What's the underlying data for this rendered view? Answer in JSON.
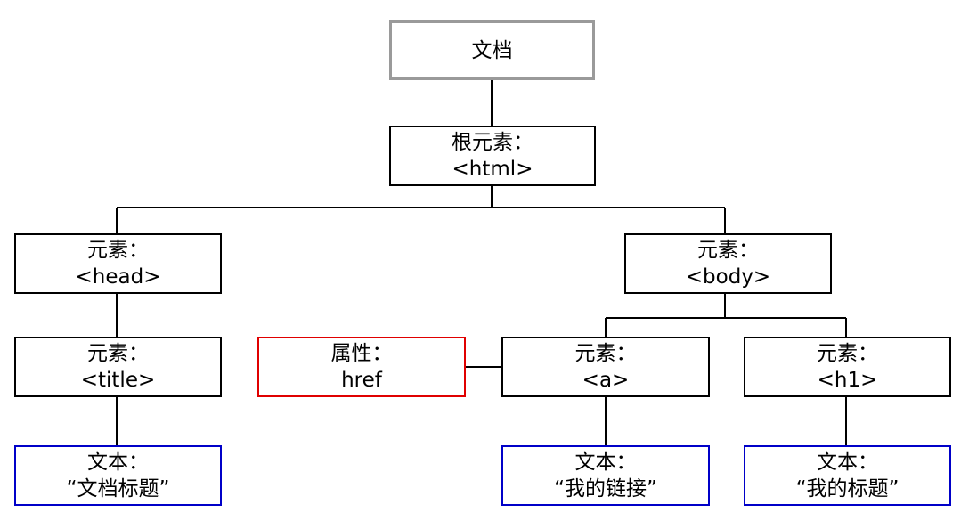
{
  "colors": {
    "line": "#000000",
    "element_border": "#000000",
    "document_border": "#9a9a9a",
    "attribute_border": "#e00000",
    "text_border": "#0000c8"
  },
  "nodes": {
    "document": {
      "line1": "文档"
    },
    "html": {
      "line1": "根元素：",
      "line2": "<html>"
    },
    "head": {
      "line1": "元素：",
      "line2": "<head>"
    },
    "body": {
      "line1": "元素：",
      "line2": "<body>"
    },
    "title": {
      "line1": "元素：",
      "line2": "<title>"
    },
    "href": {
      "line1": "属性：",
      "line2": "href"
    },
    "a": {
      "line1": "元素：",
      "line2": "<a>"
    },
    "h1": {
      "line1": "元素：",
      "line2": "<h1>"
    },
    "text_title": {
      "line1": "文本：",
      "line2": "“文档标题”"
    },
    "text_a": {
      "line1": "文本：",
      "line2": "“我的链接”"
    },
    "text_h1": {
      "line1": "文本：",
      "line2": "“我的标题”"
    }
  }
}
